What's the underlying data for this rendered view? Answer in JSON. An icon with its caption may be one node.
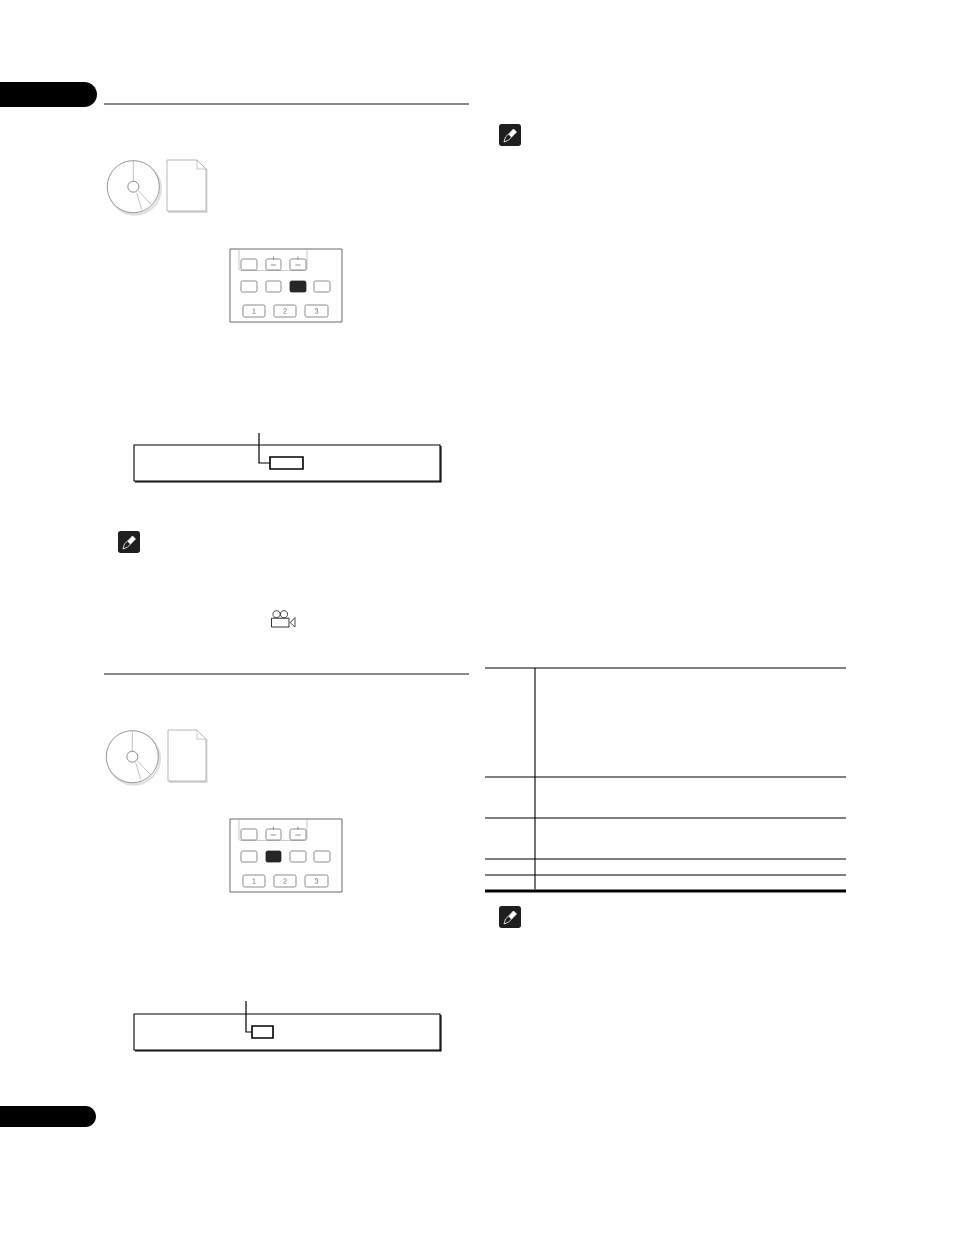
{
  "diagram": {
    "nodes": [
      {
        "text": [],
        "shape": "box"
      },
      {
        "text": [],
        "shape": "box",
        "in": 0
      },
      {
        "text": [],
        "shape": "box",
        "in": 0
      },
      {
        "text": [],
        "shape": "box",
        "in": 0
      },
      {
        "text": [],
        "shape": "box",
        "in": 0
      },
      {
        "text": [],
        "shape": "box",
        "in": 0
      },
      {
        "text": [],
        "shape": "box",
        "in": 0
      },
      {
        "text": [],
        "shape": "box",
        "in": 0
      },
      {
        "text": [
          "1"
        ],
        "in": 0
      },
      {
        "text": [
          "2"
        ],
        "in": 0
      },
      {
        "text": [
          "3"
        ],
        "in": 0
      },
      {
        "text": [],
        "shape": "box"
      },
      {
        "text": [],
        "shape": "box",
        "in": 11
      },
      {
        "text": [],
        "shape": "box"
      },
      {
        "text": [],
        "shape": "box",
        "in": 13
      },
      {
        "text": [],
        "shape": "box",
        "in": 13
      },
      {
        "text": [],
        "shape": "box",
        "in": 13
      },
      {
        "text": [],
        "shape": "box",
        "in": 13
      },
      {
        "text": [],
        "shape": "box",
        "in": 13
      },
      {
        "text": [],
        "shape": "box",
        "in": 13
      },
      {
        "text": [],
        "shape": "box",
        "in": 13
      },
      {
        "text": [
          "1"
        ],
        "in": 13
      },
      {
        "text": [
          "2"
        ],
        "in": 13
      },
      {
        "text": [
          "3"
        ],
        "in": 13
      },
      {
        "text": [],
        "shape": "box"
      },
      {
        "text": [],
        "shape": "box",
        "in": 24
      }
    ],
    "edges": [
      {
        "from": null,
        "to": 12,
        "arrow": "none"
      },
      {
        "from": null,
        "to": 25,
        "arrow": "none"
      }
    ]
  }
}
